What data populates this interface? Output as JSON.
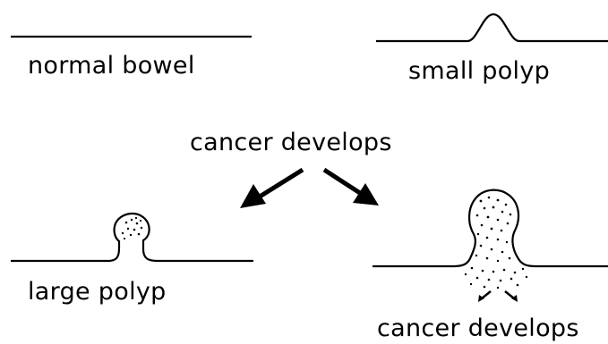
{
  "labels": {
    "normal": "normal bowel",
    "small": "small polyp",
    "center": "cancer develops",
    "large": "large polyp",
    "cancer": "cancer develops"
  },
  "colors": {
    "ink": "#000000",
    "background": "#ffffff"
  }
}
